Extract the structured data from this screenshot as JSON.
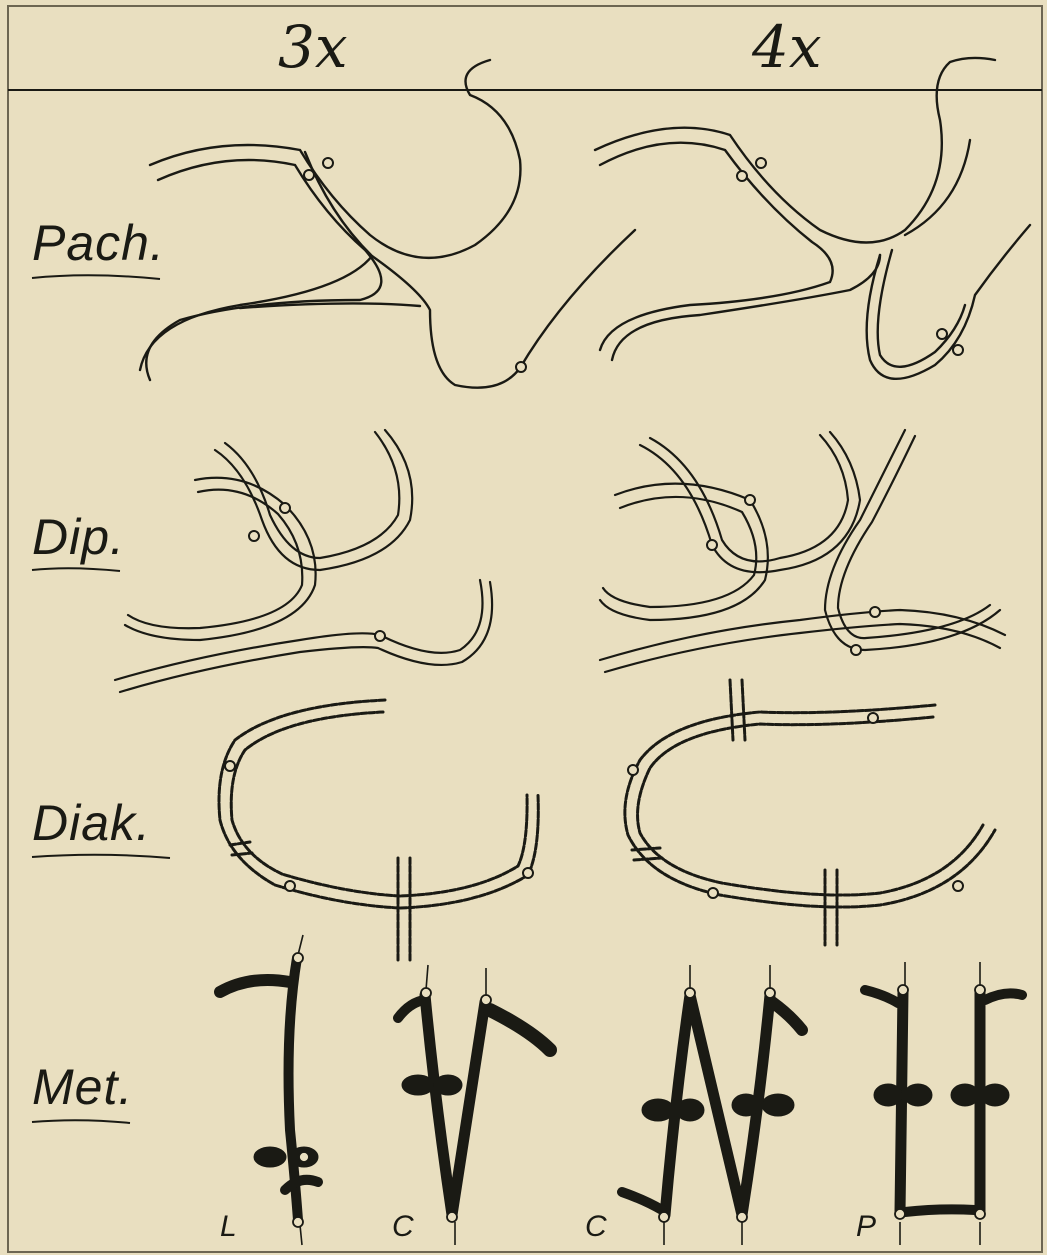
{
  "column_headers": [
    "3x",
    "4x"
  ],
  "stage_labels": [
    "Pach.",
    "Dip.",
    "Diak.",
    "Met."
  ],
  "metaphase_labels": [
    "L",
    "C",
    "C",
    "P"
  ],
  "colors": {
    "paper": "#e9dfc0",
    "ink": "#1a1a14"
  }
}
